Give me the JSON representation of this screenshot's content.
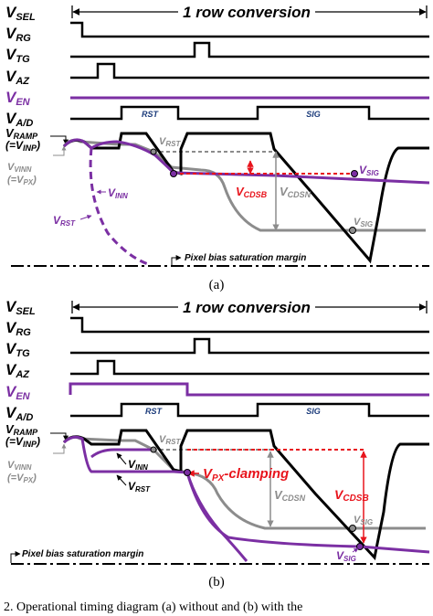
{
  "diagram": {
    "panel_a": {
      "signals": {
        "sel": {
          "main": "V",
          "sub": "SEL",
          "color": "#000000"
        },
        "rg": {
          "main": "V",
          "sub": "RG",
          "color": "#000000"
        },
        "tg": {
          "main": "V",
          "sub": "TG",
          "color": "#000000"
        },
        "az": {
          "main": "V",
          "sub": "AZ",
          "color": "#000000"
        },
        "en": {
          "main": "V",
          "sub": "EN",
          "color": "#7b2fa3"
        },
        "ad": {
          "main": "V",
          "sub": "A/D",
          "color": "#000000"
        }
      },
      "row_conversion": "1 row conversion",
      "rst_box": "RST",
      "sig_box": "SIG",
      "ramp_label": {
        "main": "V",
        "sub": "RAMP"
      },
      "inp_label": {
        "pre": "(=V",
        "sub": "INP",
        "post": ")"
      },
      "vinn_gray": {
        "main": "V",
        "sub": "VINN"
      },
      "px_label": {
        "pre": "(=V",
        "sub": "PX",
        "post": ")"
      },
      "vinn_purple": {
        "main": "V",
        "sub": "INN"
      },
      "vrst_purple": {
        "main": "V",
        "sub": "RST"
      },
      "vrst_gray": {
        "main": "V",
        "sub": "RST"
      },
      "vsig_gray": {
        "main": "V",
        "sub": "SIG"
      },
      "vsig_purple": {
        "main": "V",
        "sub": "SIG"
      },
      "vcdsb": {
        "main": "V",
        "sub": "CDSB"
      },
      "vcdsn": {
        "main": "V",
        "sub": "CDSN"
      },
      "saturation_margin": "Pixel bias saturation margin",
      "caption": "(a)"
    },
    "panel_b": {
      "signals": {
        "sel": {
          "main": "V",
          "sub": "SEL"
        },
        "rg": {
          "main": "V",
          "sub": "RG"
        },
        "tg": {
          "main": "V",
          "sub": "TG"
        },
        "az": {
          "main": "V",
          "sub": "AZ"
        },
        "en": {
          "main": "V",
          "sub": "EN"
        },
        "ad": {
          "main": "V",
          "sub": "A/D"
        }
      },
      "row_conversion": "1 row conversion",
      "rst_box": "RST",
      "sig_box": "SIG",
      "ramp_label": {
        "main": "V",
        "sub": "RAMP"
      },
      "inp_label": {
        "pre": "(=V",
        "sub": "INP",
        "post": ")"
      },
      "vinn_gray": {
        "main": "V",
        "sub": "VINN"
      },
      "px_label": {
        "pre": "(=V",
        "sub": "PX",
        "post": ")"
      },
      "vinn_purple": {
        "main": "V",
        "sub": "INN"
      },
      "vrst_purple": {
        "main": "V",
        "sub": "RST"
      },
      "vrst_gray": {
        "main": "V",
        "sub": "RST"
      },
      "vsig_gray": {
        "main": "V",
        "sub": "SIG"
      },
      "vsig_purple": {
        "main": "V",
        "sub": "SIG"
      },
      "vcdsb": {
        "main": "V",
        "sub": "CDSB"
      },
      "vcdsn": {
        "main": "V",
        "sub": "CDSN"
      },
      "clamping": {
        "main": "V",
        "sub": "PX",
        "post": "-clamping"
      },
      "saturation_margin": "Pixel bias saturation margin",
      "caption": "(b)"
    },
    "figure_caption_fragment": "2.   Operational timing diagram (a) without and (b) with the"
  },
  "colors": {
    "black": "#000000",
    "purple": "#7b2fa3",
    "gray": "#8c8c8c",
    "red": "#e8141c"
  }
}
